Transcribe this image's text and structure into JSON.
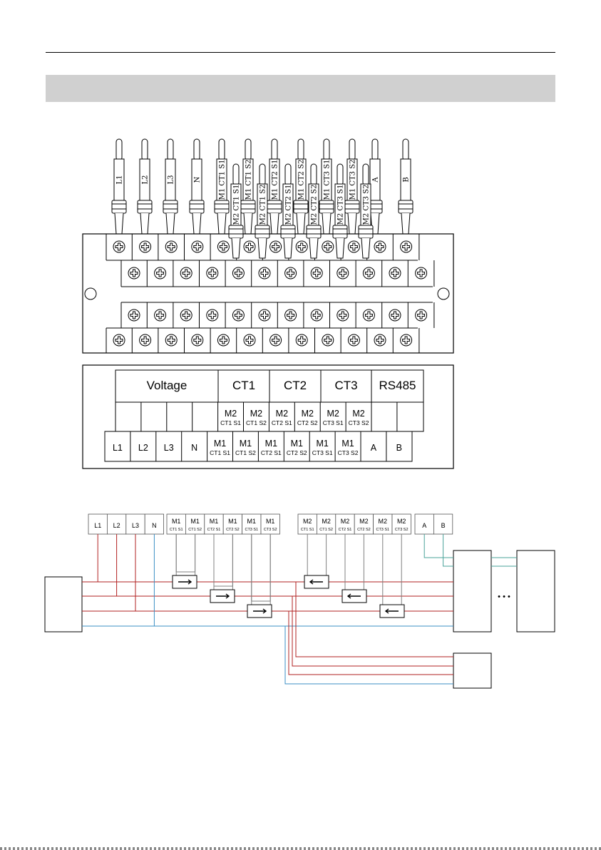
{
  "terminal_diagram": {
    "cable_labels_left": [
      "L1",
      "L2",
      "L3",
      "N",
      "M1 CT1 S1",
      "M1 CT1 S2",
      "M1 CT2 S1",
      "M1 CT2 S2",
      "M1 CT3 S1",
      "M1 CT3 S2",
      "A",
      "B"
    ],
    "cable_labels_right": [
      "M2 CT1 S1",
      "M2 CT1 S2",
      "M2 CT2 S1",
      "M2 CT2 S2",
      "M2 CT3 S1",
      "M2 CT3 S2"
    ]
  },
  "legend_table": {
    "groups": [
      {
        "label": "Voltage"
      },
      {
        "label": "CT1"
      },
      {
        "label": "CT2"
      },
      {
        "label": "CT3"
      },
      {
        "label": "RS485"
      }
    ],
    "upper_row": [
      {
        "main": "",
        "sub": ""
      },
      {
        "main": "",
        "sub": ""
      },
      {
        "main": "",
        "sub": ""
      },
      {
        "main": "",
        "sub": ""
      },
      {
        "main": "M2",
        "sub": "CT1 S1"
      },
      {
        "main": "M2",
        "sub": "CT1 S2"
      },
      {
        "main": "M2",
        "sub": "CT2 S1"
      },
      {
        "main": "M2",
        "sub": "CT2 S2"
      },
      {
        "main": "M2",
        "sub": "CT3 S1"
      },
      {
        "main": "M2",
        "sub": "CT3 S2"
      },
      {
        "main": "",
        "sub": ""
      },
      {
        "main": "",
        "sub": ""
      }
    ],
    "lower_row": [
      {
        "main": "L1",
        "sub": ""
      },
      {
        "main": "L2",
        "sub": ""
      },
      {
        "main": "L3",
        "sub": ""
      },
      {
        "main": "N",
        "sub": ""
      },
      {
        "main": "M1",
        "sub": "CT1 S1"
      },
      {
        "main": "M1",
        "sub": "CT1 S2"
      },
      {
        "main": "M1",
        "sub": "CT2 S1"
      },
      {
        "main": "M1",
        "sub": "CT2 S2"
      },
      {
        "main": "M1",
        "sub": "CT3 S1"
      },
      {
        "main": "M1",
        "sub": "CT3 S2"
      },
      {
        "main": "A",
        "sub": ""
      },
      {
        "main": "B",
        "sub": ""
      }
    ]
  },
  "wiring_diagram": {
    "voltage_terminals": [
      "L1",
      "L2",
      "L3",
      "N"
    ],
    "m1_terminals": [
      {
        "main": "M1",
        "sub": "CT1 S1"
      },
      {
        "main": "M1",
        "sub": "CT1 S2"
      },
      {
        "main": "M1",
        "sub": "CT2 S1"
      },
      {
        "main": "M1",
        "sub": "CT2 S2"
      },
      {
        "main": "M1",
        "sub": "CT3 S1"
      },
      {
        "main": "M1",
        "sub": "CT3 S2"
      }
    ],
    "m2_terminals": [
      {
        "main": "M2",
        "sub": "CT1 S1"
      },
      {
        "main": "M2",
        "sub": "CT1 S2"
      },
      {
        "main": "M2",
        "sub": "CT2 S1"
      },
      {
        "main": "M2",
        "sub": "CT2 S2"
      },
      {
        "main": "M2",
        "sub": "CT3 S1"
      },
      {
        "main": "M2",
        "sub": "CT3 S2"
      }
    ],
    "rs485_terminals": [
      "A",
      "B"
    ],
    "ellipsis": "• • •"
  },
  "colors": {
    "line_wire": "#b22222",
    "neutral_wire": "#3b8fc4",
    "ct_wire": "#808080",
    "rs485_wire": "#4aa39a",
    "band": "#d0d0d0"
  }
}
